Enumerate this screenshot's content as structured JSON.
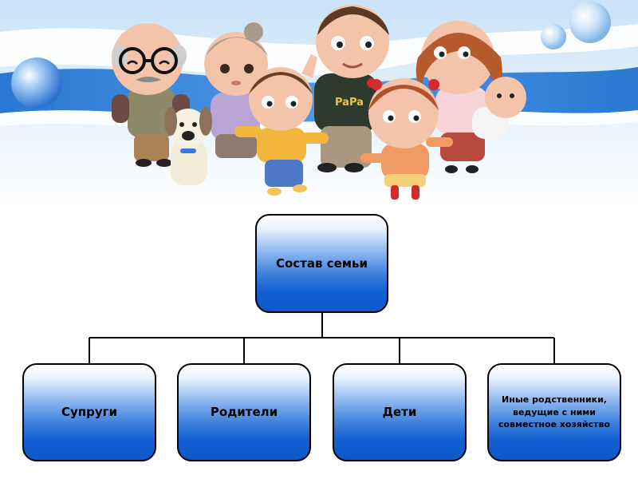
{
  "diagram": {
    "root": {
      "label": "Состав семьи"
    },
    "children": [
      {
        "label": "Супруги"
      },
      {
        "label": "Родители"
      },
      {
        "label": "Дети"
      },
      {
        "label": "Иные родственники, ведущие с ними совместное хозяйство"
      }
    ]
  },
  "colors": {
    "node_fill_top": "#ffffff",
    "node_fill_bottom": "#1160d1",
    "node_border": "#000000",
    "connector": "#000000",
    "header_wave": "#2d7fd6"
  },
  "illustration": {
    "characters": [
      "grandfather",
      "grandmother",
      "dog",
      "boy",
      "papa",
      "girl",
      "mama",
      "baby"
    ]
  }
}
